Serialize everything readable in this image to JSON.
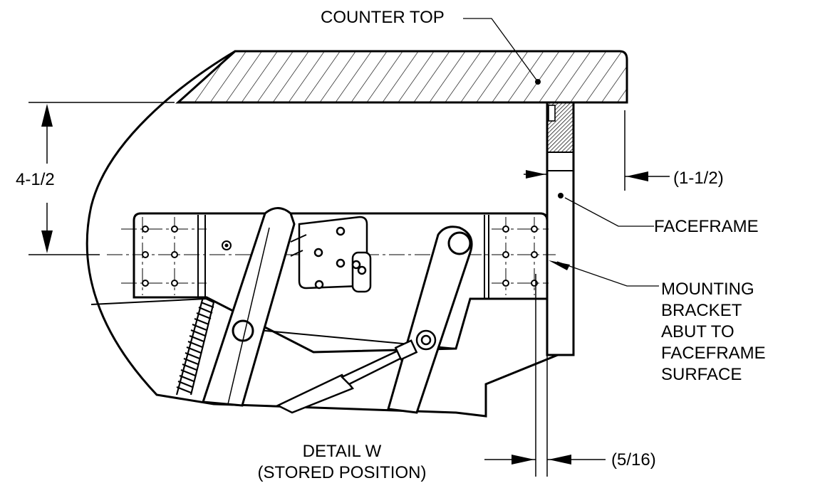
{
  "labels": {
    "counter_top": "COUNTER TOP",
    "faceframe": "FACEFRAME",
    "mounting_bracket": [
      "MOUNTING",
      "BRACKET",
      "ABUT TO",
      "FACEFRAME",
      "SURFACE"
    ]
  },
  "dimensions": {
    "height": "4-1/2",
    "overhang": "(1-1/2)",
    "offset": "(5/16)"
  },
  "caption": {
    "line1": "DETAIL W",
    "line2": "(STORED POSITION)"
  }
}
